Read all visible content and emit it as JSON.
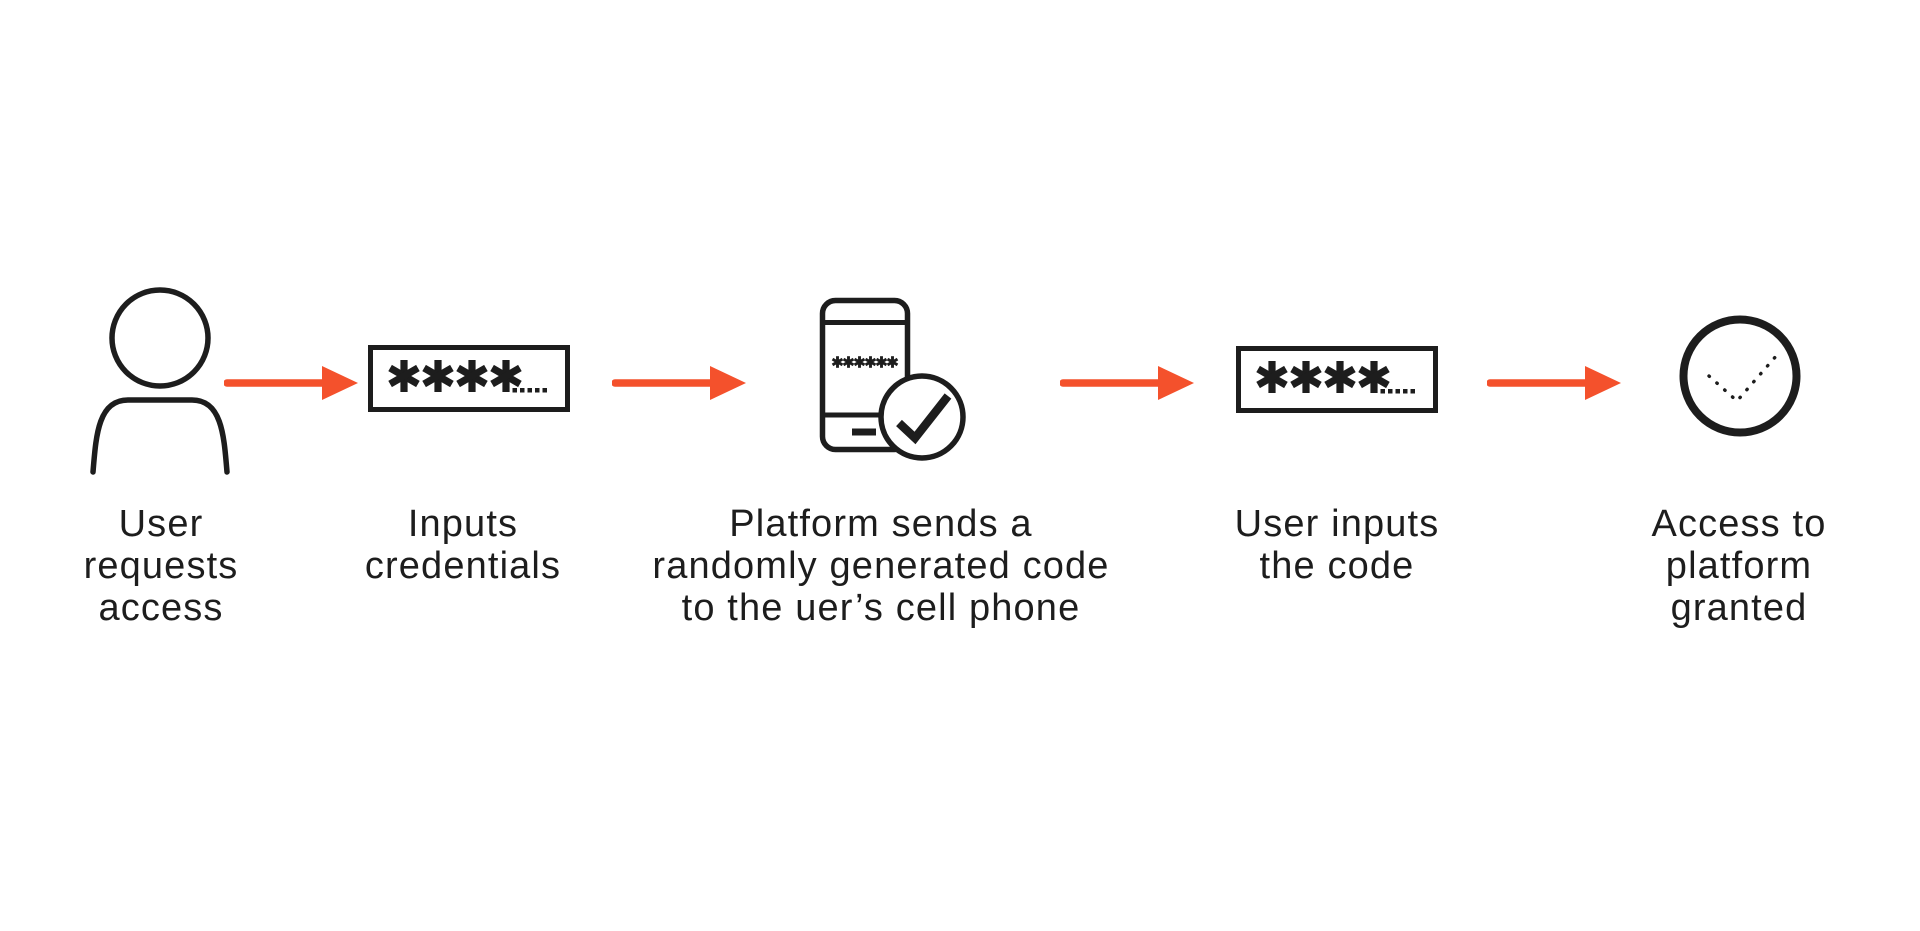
{
  "page": {
    "background": "#ffffff"
  },
  "diagram": {
    "type": "flow",
    "subject": "two-factor-authentication-flow",
    "accent_color": "#F4512C",
    "ink_color": "#1D1D1D",
    "steps": [
      {
        "name": "user-requests-access",
        "icon": "person-icon",
        "label": "User\nrequests\naccess"
      },
      {
        "name": "inputs-credentials",
        "icon": "password-field-icon",
        "masked_value": "****.....",
        "label": "Inputs\ncredentials"
      },
      {
        "name": "platform-sends-code",
        "icon": "phone-code-verified-icon",
        "masked_value": "******",
        "label": "Platform sends a\nrandomly generated code\nto the uer’s cell phone"
      },
      {
        "name": "user-inputs-code",
        "icon": "password-field-icon",
        "masked_value": "****.....",
        "label": "User inputs\nthe code"
      },
      {
        "name": "access-granted",
        "icon": "dotted-check-circle-icon",
        "label": "Access to\nplatform\ngranted"
      }
    ],
    "connectors": [
      {
        "from": "user-requests-access",
        "to": "inputs-credentials",
        "icon": "arrow-right-icon",
        "color": "#F4512C"
      },
      {
        "from": "inputs-credentials",
        "to": "platform-sends-code",
        "icon": "arrow-right-icon",
        "color": "#F4512C"
      },
      {
        "from": "platform-sends-code",
        "to": "user-inputs-code",
        "icon": "arrow-right-icon",
        "color": "#F4512C"
      },
      {
        "from": "user-inputs-code",
        "to": "access-granted",
        "icon": "arrow-right-icon",
        "color": "#F4512C"
      }
    ]
  }
}
